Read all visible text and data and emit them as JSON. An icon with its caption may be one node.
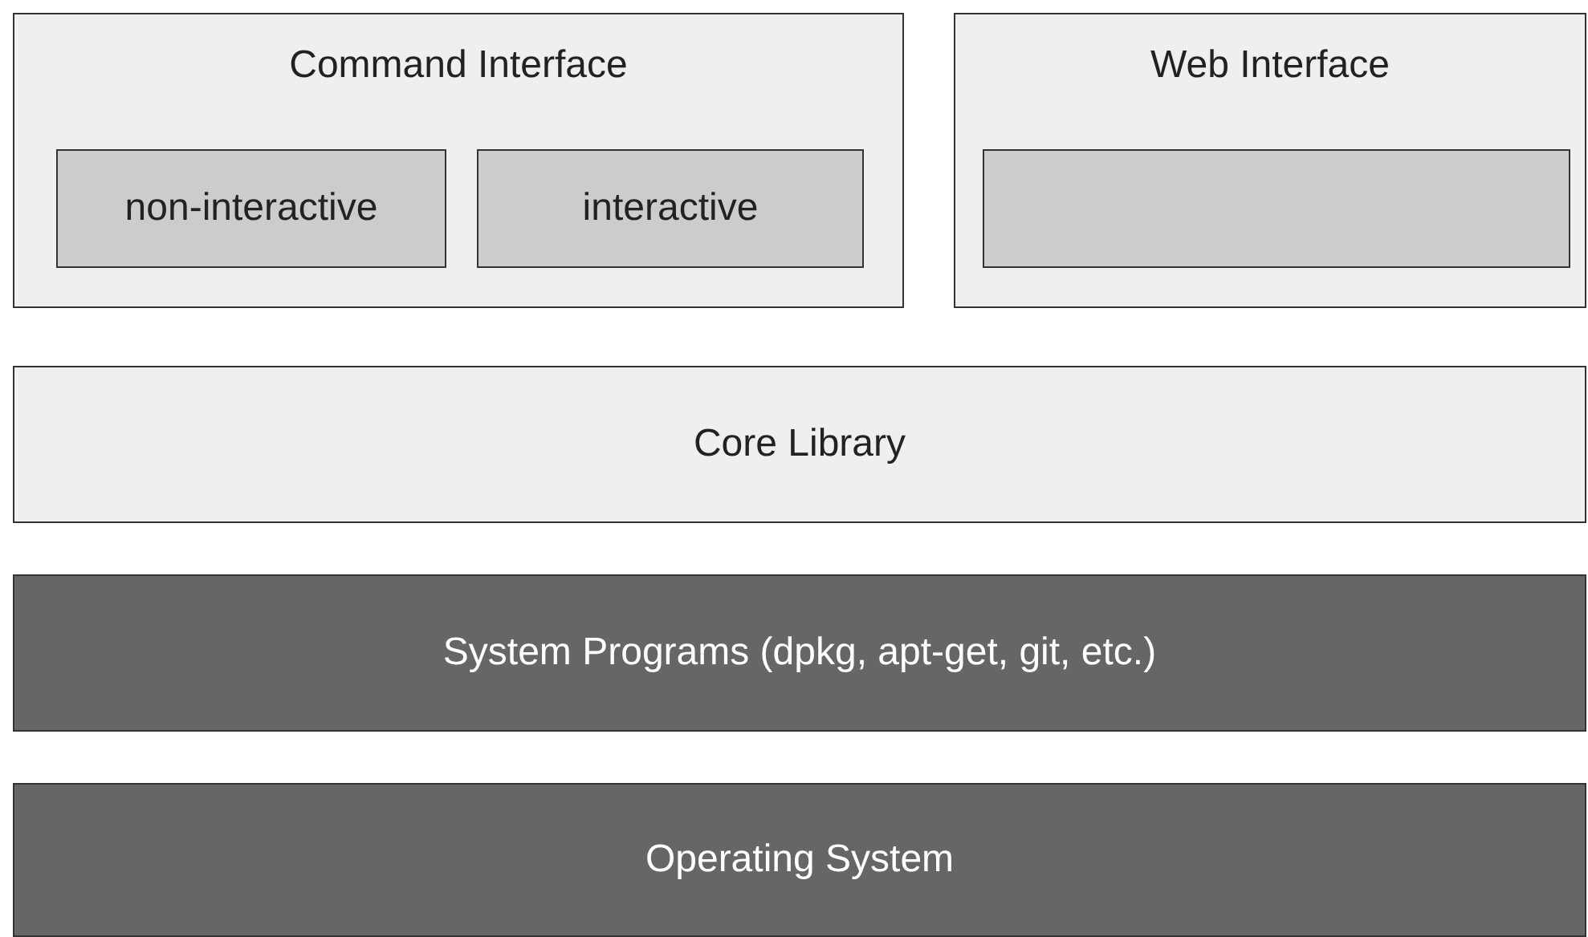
{
  "diagram": {
    "nodes": [
      {
        "text": [
          "Command Interface"
        ]
      },
      {
        "text": [
          "non-interactive"
        ],
        "in": 0
      },
      {
        "text": [
          "interactive"
        ],
        "in": 0
      },
      {
        "text": [
          "Web Interface"
        ]
      },
      {
        "text": [],
        "shape": "box",
        "in": 3
      },
      {
        "text": [
          "Core Library"
        ]
      },
      {
        "text": [
          "System Programs (dpkg, apt-get, git, etc.)"
        ]
      },
      {
        "text": [
          "Operating System"
        ]
      }
    ]
  }
}
